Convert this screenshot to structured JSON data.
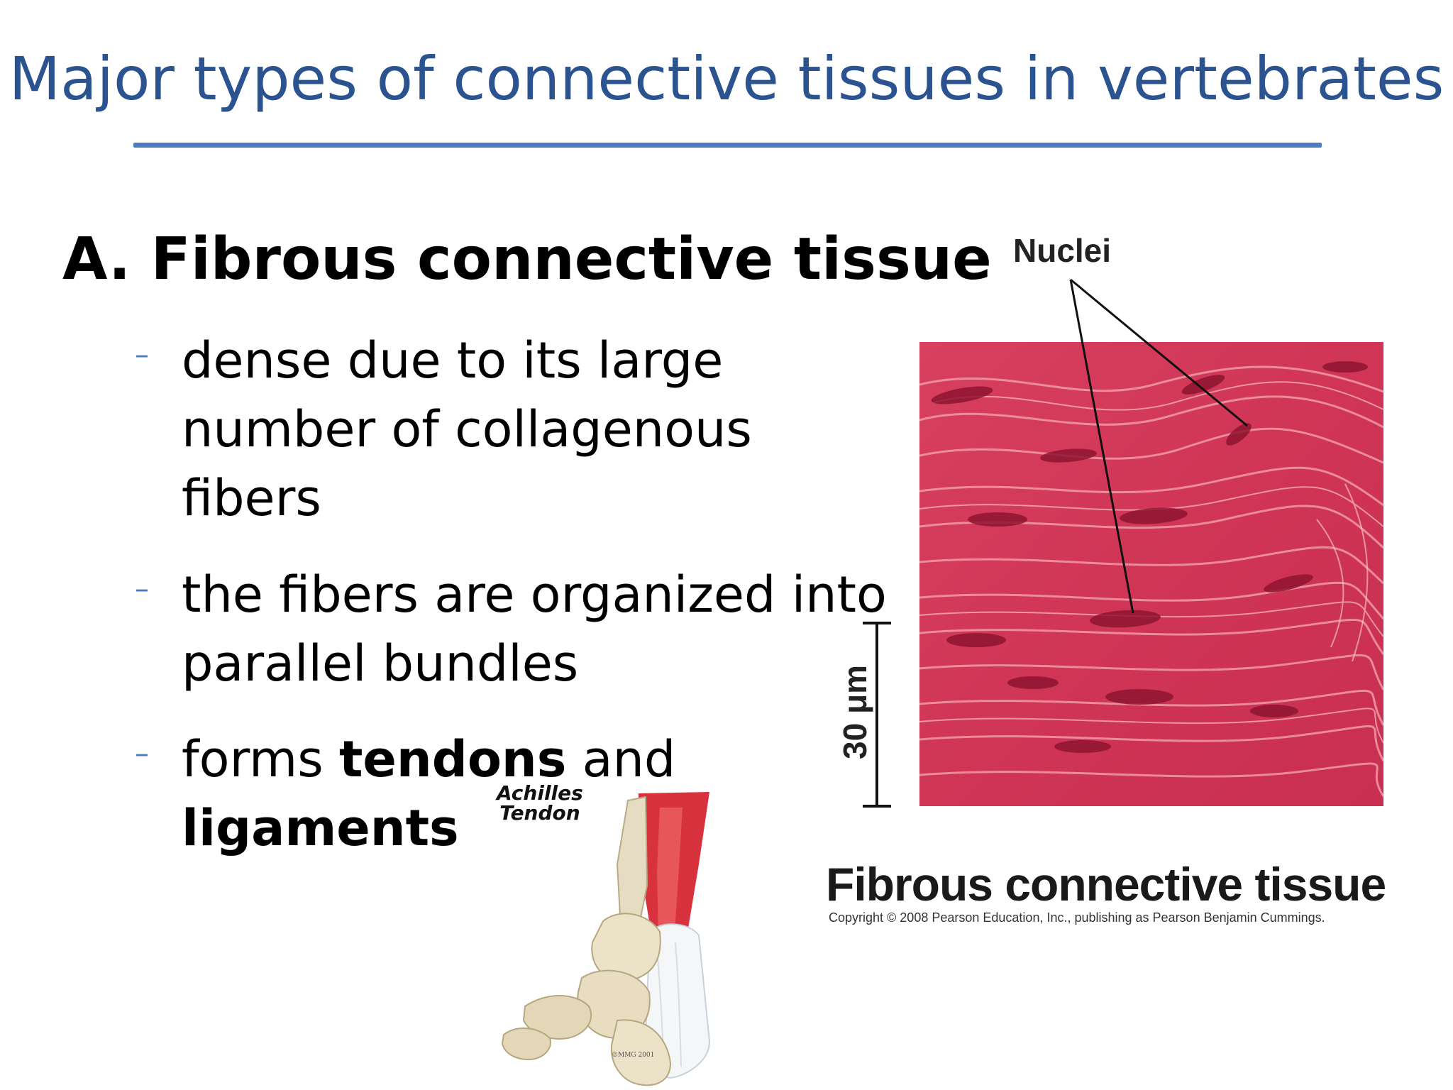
{
  "slide": {
    "title": "Major types of connective tissues in vertebrates",
    "heading": "A. Fibrous connective tissue",
    "bullet_marker": "–",
    "bullets": [
      {
        "lines": [
          "dense due to its large",
          "number of collagenous",
          "fibers"
        ]
      },
      {
        "lines": [
          "the fibers are organized into",
          "parallel bundles"
        ]
      },
      {
        "line1_pre": "forms ",
        "line1_bold": "tendons",
        "line1_post": " and",
        "line2_bold": "ligaments"
      }
    ]
  },
  "figure": {
    "nuclei_label": "Nuclei",
    "scale_label": "30 μm",
    "caption": "Fibrous connective tissue",
    "copyright": "Copyright © 2008 Pearson Education, Inc., publishing as Pearson Benjamin Cummings."
  },
  "illustration": {
    "label_line1": "Achilles",
    "label_line2": "Tendon",
    "credit": "©MMG 2001"
  },
  "colors": {
    "title": "#2b5390",
    "rule": "#4a7ebf",
    "tissue": "#d23a5c",
    "nucleus": "#8e1530"
  }
}
